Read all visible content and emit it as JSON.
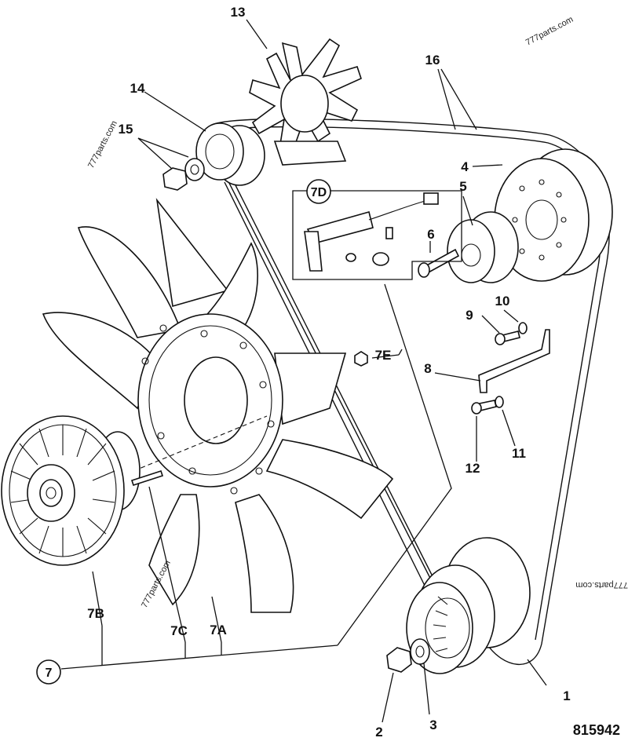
{
  "drawing_number": "815942",
  "watermarks": [
    "777parts.com",
    "777parts.com",
    "777parts.com",
    "777parts.com"
  ],
  "callouts": [
    {
      "id": "1",
      "label": "1",
      "circled": false
    },
    {
      "id": "2",
      "label": "2",
      "circled": false
    },
    {
      "id": "3",
      "label": "3",
      "circled": false
    },
    {
      "id": "4",
      "label": "4",
      "circled": false
    },
    {
      "id": "5",
      "label": "5",
      "circled": false
    },
    {
      "id": "6",
      "label": "6",
      "circled": false
    },
    {
      "id": "7",
      "label": "7",
      "circled": true
    },
    {
      "id": "7A",
      "label": "7A",
      "circled": false
    },
    {
      "id": "7B",
      "label": "7B",
      "circled": false
    },
    {
      "id": "7C",
      "label": "7C",
      "circled": false
    },
    {
      "id": "7D",
      "label": "7D",
      "circled": true
    },
    {
      "id": "7E",
      "label": "7E",
      "circled": false
    },
    {
      "id": "8",
      "label": "8",
      "circled": false
    },
    {
      "id": "9",
      "label": "9",
      "circled": false
    },
    {
      "id": "10",
      "label": "10",
      "circled": false
    },
    {
      "id": "11",
      "label": "11",
      "circled": false
    },
    {
      "id": "12",
      "label": "12",
      "circled": false
    },
    {
      "id": "13",
      "label": "13",
      "circled": false
    },
    {
      "id": "14",
      "label": "14",
      "circled": false
    },
    {
      "id": "15",
      "label": "15",
      "circled": false
    },
    {
      "id": "16",
      "label": "16",
      "circled": false
    }
  ]
}
